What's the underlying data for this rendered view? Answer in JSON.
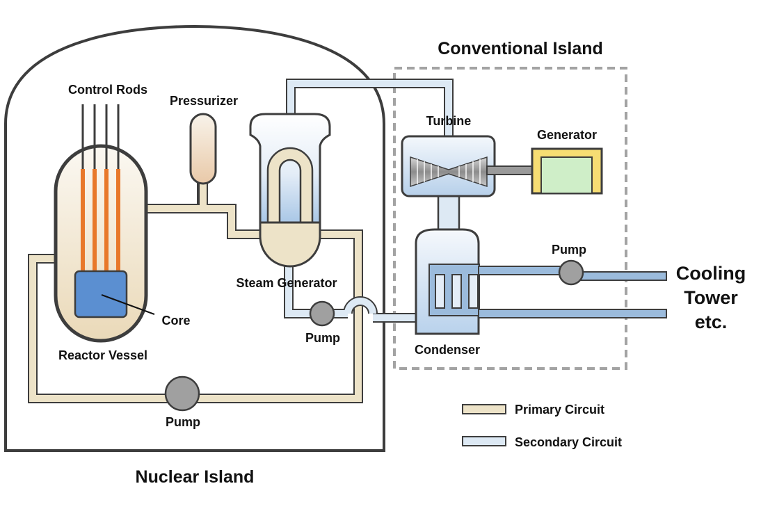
{
  "labels": {
    "control_rods": "Control Rods",
    "pressurizer": "Pressurizer",
    "steam_generator": "Steam Generator",
    "core": "Core",
    "reactor_vessel": "Reactor Vessel",
    "pump_primary_sg": "Pump",
    "pump_primary_main": "Pump",
    "pump_cooling": "Pump",
    "turbine": "Turbine",
    "generator": "Generator",
    "condenser": "Condenser",
    "nuclear_island": "Nuclear Island",
    "conventional_island": "Conventional Island",
    "cooling_tower_line1": "Cooling",
    "cooling_tower_line2": "Tower",
    "cooling_tower_line3": "etc."
  },
  "legend": [
    {
      "label": "Primary Circuit",
      "color": "#ede3c8"
    },
    {
      "label": "Secondary Circuit",
      "color": "#dde9f4"
    }
  ],
  "colors": {
    "outline": "#3d3d3d",
    "primary_fill": "#ede3c8",
    "secondary_fill": "#dde9f4",
    "cooling_fill": "#9bbbdc",
    "control_rod": "#e8782a",
    "core_fill": "#5b8fd1",
    "pump_fill": "#a0a0a0",
    "generator_fill": "#cfeec8",
    "generator_accent": "#f6dd73",
    "dashed_box": "#a3a3a3"
  }
}
